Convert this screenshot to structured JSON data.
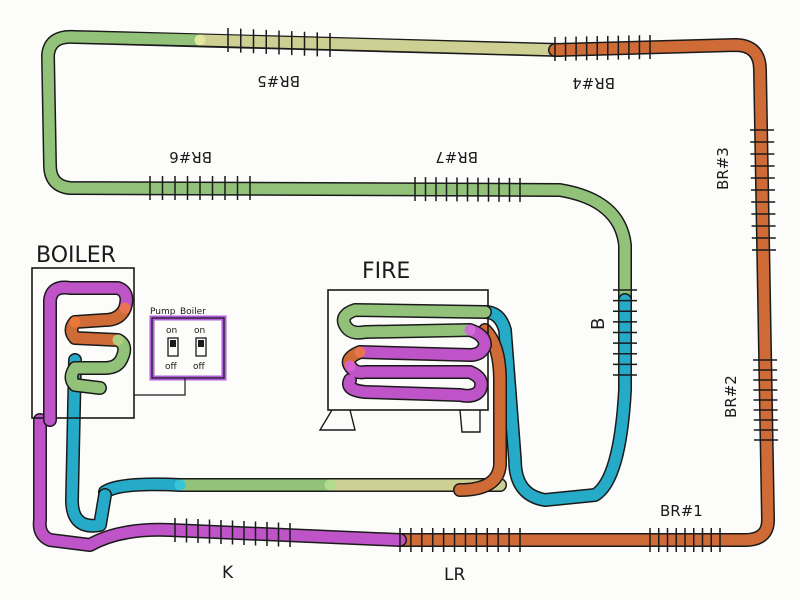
{
  "labels": {
    "boiler": "BOILER",
    "fire": "FIRE",
    "pump": "Pump",
    "boiler_switch": "Boiler",
    "on1": "on",
    "on2": "on",
    "off1": "off",
    "off2": "off",
    "br1": "BR#1",
    "br2": "BR#2",
    "br3": "BR#3",
    "br4": "BR#4",
    "br5": "BR#5",
    "br6": "BR#6",
    "br7": "BR#7",
    "b": "B",
    "k": "K",
    "lr": "LR"
  },
  "colors": {
    "ink": "#1a1a1a",
    "hot": "#f07a3c",
    "return_green": "#a8e08c",
    "cool_yellow": "#eef0a8",
    "cyan": "#28c6e6",
    "magenta": "#dc5fe6",
    "switch_purple": "#b05fd8"
  }
}
